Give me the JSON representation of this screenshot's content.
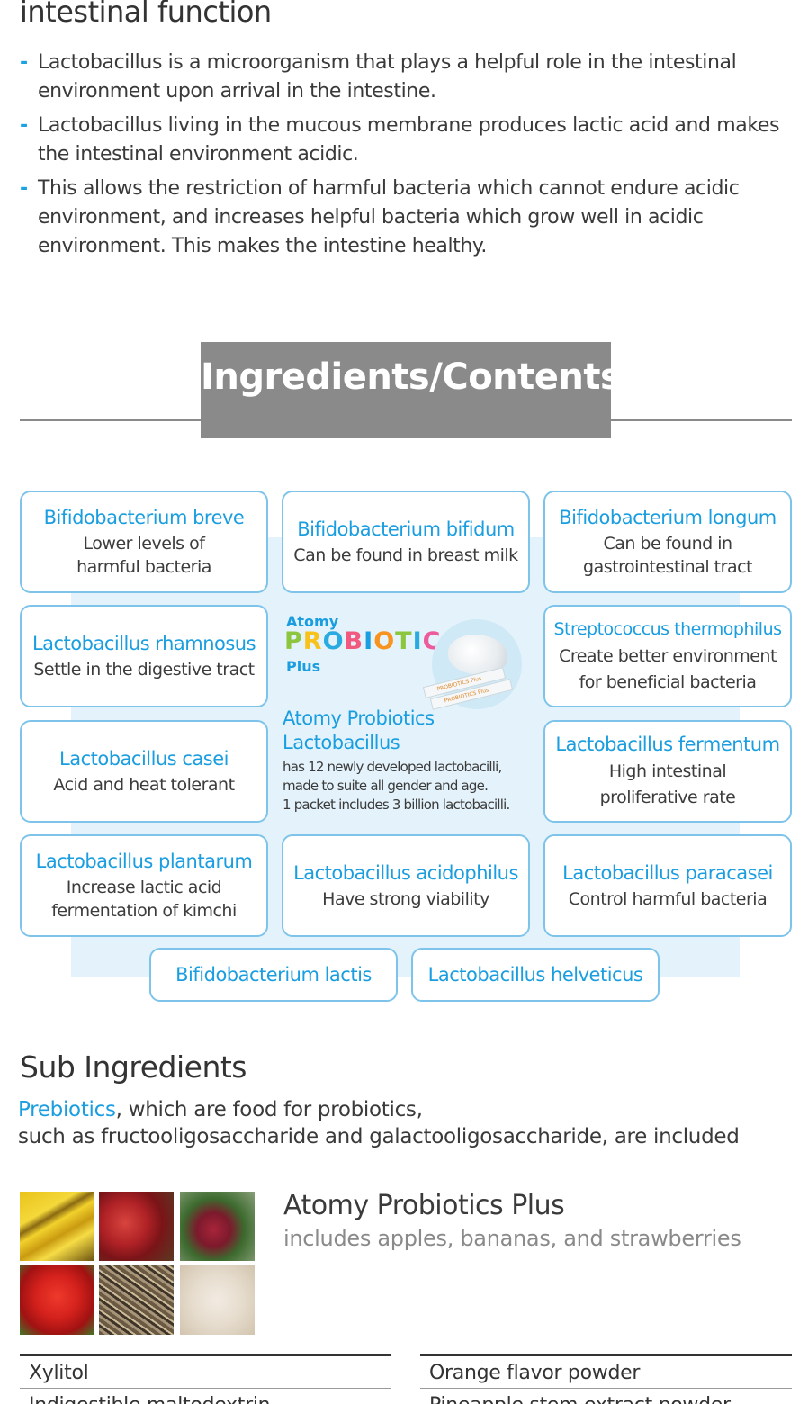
{
  "intro": {
    "title": "intestinal function",
    "bullets": [
      "Lactobacillus is a microorganism that plays a helpful role in the intestinal environment upon arrival in the intestine.",
      "Lactobacillus living in the mucous membrane produces lactic acid and makes the intestinal environment acidic.",
      "This allows the restriction of harmful bacteria which cannot endure acidic environment, and increases helpful bacteria which grow well in acidic environment. This makes the intestine healthy."
    ],
    "bullet_mark": "-"
  },
  "banner": {
    "title": "Ingredients/Contents"
  },
  "cards": [
    {
      "name": "Bifidobacterium breve",
      "desc": "Lower levels of harmful bacteria"
    },
    {
      "name": "Bifidobacterium bifidum",
      "desc": "Can be found in breast milk"
    },
    {
      "name": "Bifidobacterium longum",
      "desc": "Can be found in gastrointestinal tract"
    },
    {
      "name": "Lactobacillus rhamnosus",
      "desc": "Settle in the digestive tract"
    },
    {
      "name": "Streptococcus thermophilus",
      "desc": "Create better environment for beneficial bacteria"
    },
    {
      "name": "Lactobacillus casei",
      "desc": "Acid and heat tolerant"
    },
    {
      "name": "Lactobacillus fermentum",
      "desc": "High intestinal proliferative rate"
    },
    {
      "name": "Lactobacillus plantarum",
      "desc": "Increase lactic acid fermentation of kimchi"
    },
    {
      "name": "Lactobacillus acidophilus",
      "desc": "Have strong viability"
    },
    {
      "name": "Lactobacillus paracasei",
      "desc": "Control harmful bacteria"
    },
    {
      "name": "Bifidobacterium lactis"
    },
    {
      "name": "Lactobacillus helveticus"
    }
  ],
  "center": {
    "logo_top": "Atomy",
    "logo_main": "PROBIOTICS",
    "logo_bottom": "Plus",
    "stick_text": "PROBIOTICS Plus",
    "title": "Atomy Probiotics Lactobacillus",
    "desc_lines": [
      "has 12 newly developed lactobacilli,",
      "made to suite all gender and age.",
      "1 packet includes 3 billion lactobacilli."
    ]
  },
  "sub": {
    "title": "Sub Ingredients",
    "highlight": "Prebiotics",
    "line1_rest": ", which are food for probiotics,",
    "line2": "such as fructooligosaccharide and galactooligosaccharide, are included",
    "plus_title": "Atomy Probiotics Plus",
    "plus_sub": "includes apples, bananas, and strawberries"
  },
  "table": {
    "left": [
      "Xylitol",
      "Indigestible maltodextrin"
    ],
    "right": [
      "Orange flavor powder",
      "Pineapple stem extract powder"
    ]
  },
  "colors": {
    "accent": "#1a9ee0",
    "card_border": "#7ec4ea",
    "panel": "#e4f3fb",
    "banner": "#8a8a8a"
  }
}
